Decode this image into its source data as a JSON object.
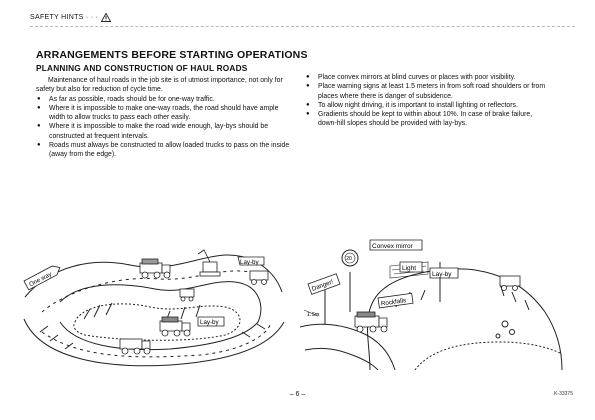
{
  "header": {
    "label": "SAFETY HINTS · · ·"
  },
  "document": {
    "title": "ARRANGEMENTS BEFORE STARTING OPERATIONS",
    "subtitle": "PLANNING AND CONSTRUCTION OF HAUL ROADS",
    "intro": "Maintenance of haul roads in the job site is of utmost importance, not only for safety but also for reduction of cycle time.",
    "left_bullets": [
      "As far as possible, roads should be for one-way traffic.",
      "Where it is impossible to make one-way roads, the road should have ample width to allow trucks to pass each other easily.",
      "Where it is impossible to make the road wide enough, lay-bys should be constructed at frequent intervals.",
      "Roads must always be constructed to allow loaded trucks to pass on the inside (away from the edge)."
    ],
    "right_bullets": [
      "Place convex mirrors at blind curves or places with poor visibility.",
      "Place warning signs at least 1.5 meters in from soft road shoulders or from places where there is danger of subsidence.",
      "To allow night driving, it is important to install lighting or reflectors.",
      "Gradients should be kept to within about 10%. In case of brake failure, down-hill slopes should be provided with lay-bys."
    ]
  },
  "illustration_left": {
    "labels": {
      "one_way": "One way",
      "layby_top": "Lay-by",
      "layby_bottom": "Lay-by"
    }
  },
  "illustration_right": {
    "labels": {
      "convex_mirror": "Convex mirror",
      "light": "Light",
      "layby": "Lay-by",
      "danger": "Danger!",
      "rockfalls": "Rockfalls",
      "distance": "1.5m",
      "speed_sign": "20"
    }
  },
  "footer": {
    "page_number": "– 6 –",
    "code": "K-33375"
  }
}
